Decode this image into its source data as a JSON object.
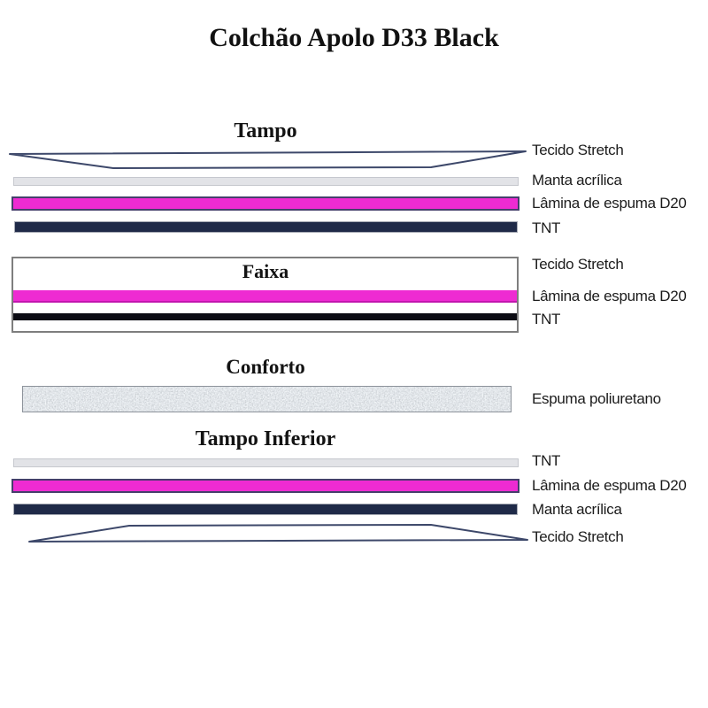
{
  "title": "Colchão Apolo D33 Black",
  "colors": {
    "foam_pink": "#ee2bd2",
    "navy": "#1f2a48",
    "black_layer": "#0c0c14",
    "light_gray_layer": "#e2e3e7",
    "fabric_outline": "#3d486a",
    "box_border": "#7e7e7e",
    "speckle_gray": "#a9b0b6"
  },
  "sections": {
    "tampo": {
      "heading": "Tampo",
      "labels": [
        "Tecido Stretch",
        "Manta acrílica",
        "Lâmina de espuma D20",
        "TNT"
      ]
    },
    "faixa": {
      "heading": "Faixa",
      "labels": [
        "Tecido Stretch",
        "Lâmina de espuma D20",
        "TNT"
      ]
    },
    "conforto": {
      "heading": "Conforto",
      "labels": [
        "Espuma poliuretano"
      ]
    },
    "tampo_inferior": {
      "heading": "Tampo Inferior",
      "labels": [
        "TNT",
        "Lâmina de espuma D20",
        "Manta acrílica",
        "Tecido Stretch"
      ]
    }
  }
}
